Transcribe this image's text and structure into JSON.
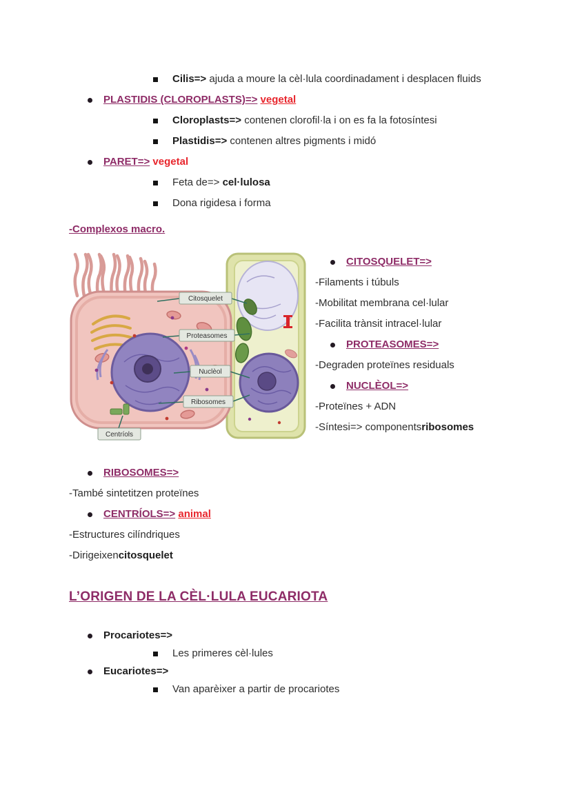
{
  "colors": {
    "heading_purple": "#8e2c67",
    "accent_red": "#e8262d",
    "body_text": "#2e2e2e"
  },
  "top_list": {
    "cilis": {
      "term": "Cilis=>",
      "rest": " ajuda a moure la cèl·lula coordinadament i desplacen fluids"
    },
    "plastidis_header": {
      "label": "PLASTIDIS (CLOROPLASTS)=>",
      "tag": "vegetal"
    },
    "cloroplasts": {
      "term": "Cloroplasts=>",
      "rest": " contenen clorofil·la i on es fa la fotosíntesi"
    },
    "plastidis_sub": {
      "term": "Plastidis=>",
      "rest": " contenen altres pigments i midó"
    },
    "paret_header": {
      "label": "PARET=>",
      "tag": "vegetal"
    },
    "feta": {
      "prefix": "Feta de=> ",
      "bold": "cel·lulosa"
    },
    "dona": "Dona rigidesa i forma"
  },
  "complexos_heading": "-Complexos macro.",
  "diagram": {
    "labels": {
      "citosquelet": "Citosquelet",
      "proteasomes": "Proteasomes",
      "nucleol": "Nuclèol",
      "ribosomes": "Ribosomes",
      "centriols": "Centríols"
    }
  },
  "side_list": {
    "citosquelet_header": "CITOSQUELET=>",
    "citosquelet_items": [
      "-Filaments i túbuls",
      "-Mobilitat membrana cel·lular",
      "-Facilita trànsit intracel·lular"
    ],
    "proteasomes_header": "PROTEASOMES=>",
    "proteasomes_item": "-Degraden proteïnes residuals",
    "nucleol_header": "NUCLÈOL=>",
    "nucleol_item": "-Proteïnes + ADN",
    "sintesi": {
      "prefix": "-Síntesi=> components ",
      "bold": "ribosomes"
    }
  },
  "lower_list": {
    "ribosomes_header": "RIBOSOMES=>",
    "ribosomes_item": "-També sintetitzen proteïnes",
    "centriols_header": {
      "label": "CENTRÍOLS=>",
      "tag": "animal"
    },
    "centriols_item": "-Estructures cilíndriques",
    "dirigeixen": {
      "prefix": "-Dirigeixen ",
      "bold": "citosquelet"
    }
  },
  "origen_section": {
    "heading": "L’ORIGEN DE LA CÈL·LULA EUCARIOTA",
    "procariotes": {
      "term": "Procariotes=>",
      "sub": "Les primeres cèl·lules"
    },
    "eucariotes": {
      "term": "Eucariotes=>",
      "sub": "Van aparèixer a partir de procariotes"
    }
  }
}
